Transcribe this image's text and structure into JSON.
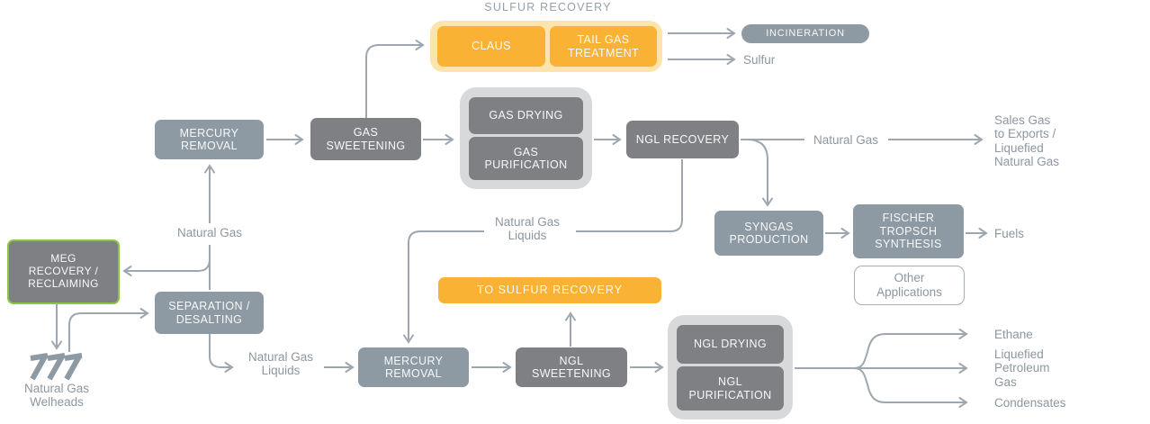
{
  "colors": {
    "accent_orange": "#F9B233",
    "accent_orange_light": "#FBE5AC",
    "node_gray_dark": "#7E8083",
    "node_gray_blue": "#8D99A3",
    "group_gray": "#D8D9DA",
    "green_border": "#8CC640",
    "connector": "#9EA7AF",
    "label_text": "#8E969E",
    "node_text": "#F7F8F8"
  },
  "title": "SULFUR RECOVERY",
  "nodes": {
    "claus": "CLAUS",
    "tail_gas_treatment": "TAIL GAS\nTREATMENT",
    "incineration": "INCINERATION",
    "mercury_removal_top": "MERCURY\nREMOVAL",
    "gas_sweetening": "GAS\nSWEETENING",
    "gas_drying": "GAS DRYING",
    "gas_purification": "GAS\nPURIFICATION",
    "ngl_recovery": "NGL RECOVERY",
    "syngas_production": "SYNGAS\nPRODUCTION",
    "fischer_tropsch_synthesis": "FISCHER\nTROPSCH\nSYNTHESIS",
    "other_applications": "Other\nApplications",
    "meg_recovery_reclaiming": "MEG\nRECOVERY /\nRECLAIMING",
    "separation_desalting": "SEPARATION /\nDESALTING",
    "to_sulfur_recovery": "TO SULFUR RECOVERY",
    "mercury_removal_bottom": "MERCURY\nREMOVAL",
    "ngl_sweetening": "NGL\nSWEETENING",
    "ngl_drying": "NGL DRYING",
    "ngl_purification": "NGL\nPURIFICATION"
  },
  "stream_labels": {
    "sulfur": "Sulfur",
    "natural_gas_top": "Natural Gas",
    "sales_gas": "Sales Gas\nto Exports /\nLiquefied\nNatural Gas",
    "fuels": "Fuels",
    "natural_gas_feed": "Natural Gas",
    "natural_gas_liquids_mid": "Natural Gas\nLiquids",
    "natural_gas_liquids_bottom": "Natural Gas\nLiquids",
    "natural_gas_wellheads": "Natural Gas\nWelheads",
    "ethane": "Ethane",
    "liquefied_petroleum_gas": "Liquefied\nPetroleum\nGas",
    "condensates": "Condensates"
  }
}
